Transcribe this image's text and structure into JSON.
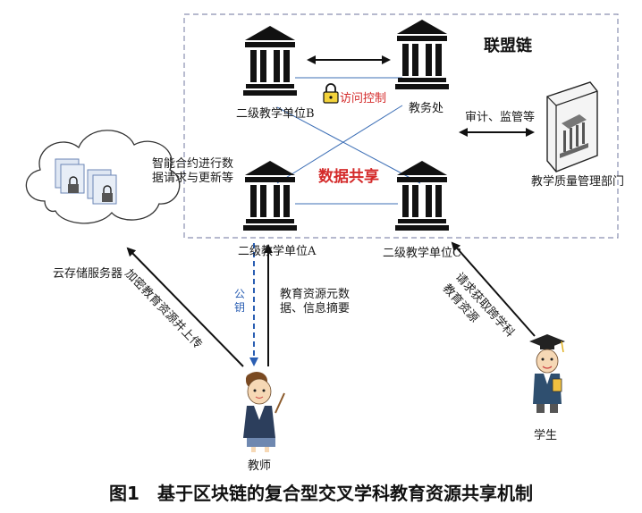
{
  "diagram": {
    "alliance_chain_label": "联盟链",
    "nodes": {
      "unit_b": "二级教学单位B",
      "academic_affairs": "教务处",
      "unit_a": "二级教学单位A",
      "unit_c": "二级教学单位C",
      "cloud_server": "云存储服务器",
      "quality_dept": "教学质量管理部门",
      "teacher": "教师",
      "student": "学生"
    },
    "edge_labels": {
      "access_control": "访问控制",
      "data_sharing": "数据共享",
      "audit": "审计、监管等",
      "smart_contract": "智能合约进行数据请求与更新等",
      "public_key": "公钥",
      "metadata": "教育资源元数据、信息摘要",
      "encrypt_upload": "加密教育资源并上传",
      "request_resources": "请求获取跨学科教育资源"
    }
  },
  "caption": "图1　基于区块链的复合型交叉学科教育资源共享机制",
  "colors": {
    "accent_red": "#d42a2a",
    "line_blue": "#3d6fb6",
    "key_blue": "#2b5fb3",
    "frame": "#8a8fb0"
  }
}
